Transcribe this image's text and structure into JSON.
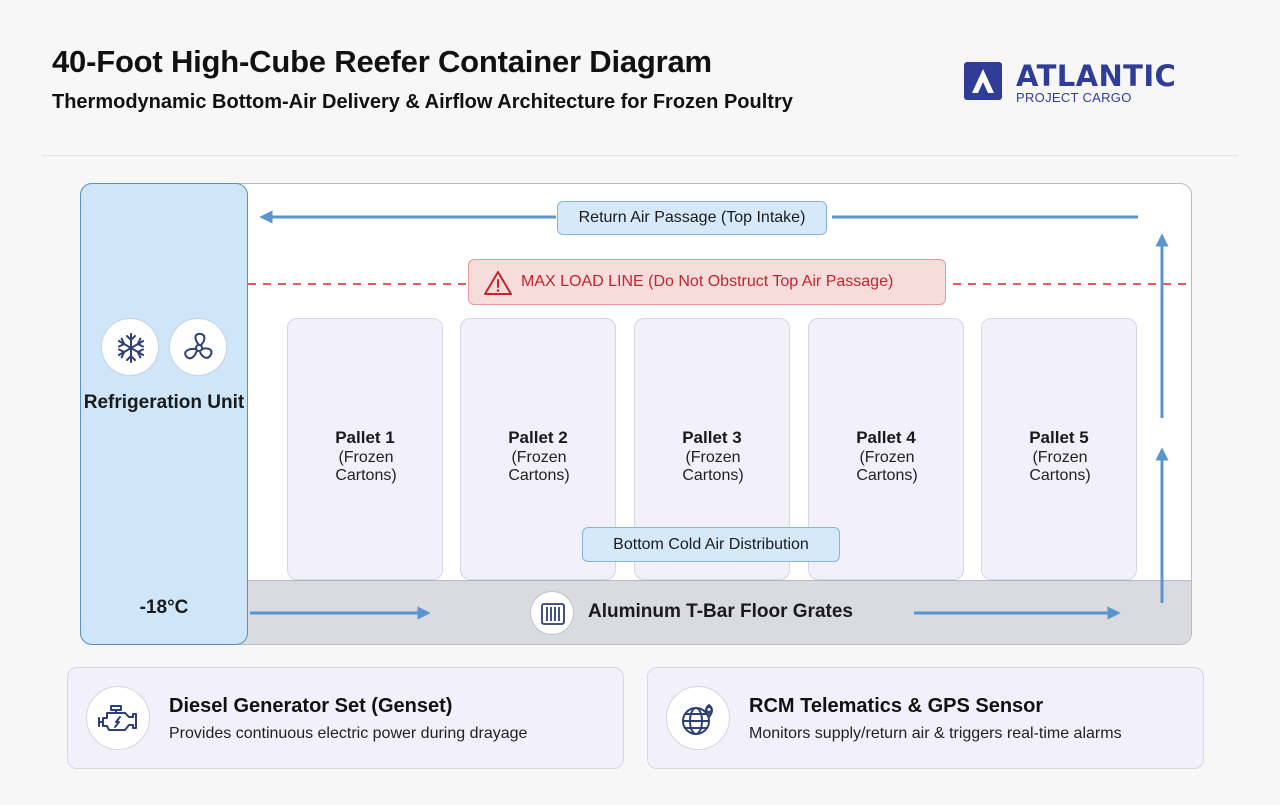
{
  "header": {
    "title": "40-Foot High-Cube Reefer Container Diagram",
    "subtitle": "Thermodynamic Bottom-Air Delivery & Airflow Architecture for Frozen Poultry"
  },
  "logo": {
    "name": "ATLANTIC",
    "tagline": "PROJECT CARGO",
    "color": "#2f3d98"
  },
  "refrigeration_unit": {
    "label": "Refrigeration Unit",
    "temperature": "-18°C",
    "icons": [
      "snowflake-icon",
      "fan-icon"
    ]
  },
  "airflow": {
    "return_air": "Return Air Passage (Top Intake)",
    "max_load": "MAX LOAD LINE (Do Not Obstruct Top Air Passage)",
    "bottom_distribution": "Bottom Cold Air Distribution",
    "floor": "Aluminum T-Bar Floor Grates"
  },
  "pallets": [
    {
      "name": "Pallet 1",
      "contents": "(Frozen Cartons)"
    },
    {
      "name": "Pallet 2",
      "contents": "(Frozen Cartons)"
    },
    {
      "name": "Pallet 3",
      "contents": "(Frozen Cartons)"
    },
    {
      "name": "Pallet 4",
      "contents": "(Frozen Cartons)"
    },
    {
      "name": "Pallet 5",
      "contents": "(Frozen Cartons)"
    }
  ],
  "cards": [
    {
      "title": "Diesel Generator Set (Genset)",
      "desc": "Provides continuous electric power during drayage",
      "icon": "engine-icon"
    },
    {
      "title": "RCM Telematics & GPS Sensor",
      "desc": "Monitors supply/return air & triggers real-time alarms",
      "icon": "globe-location-icon"
    }
  ],
  "colors": {
    "airflow_arrow": "#5b95cf",
    "warning": "#c0262c",
    "unit_fill": "#cfe6f8",
    "pallet_fill": "#f1f0fb"
  }
}
